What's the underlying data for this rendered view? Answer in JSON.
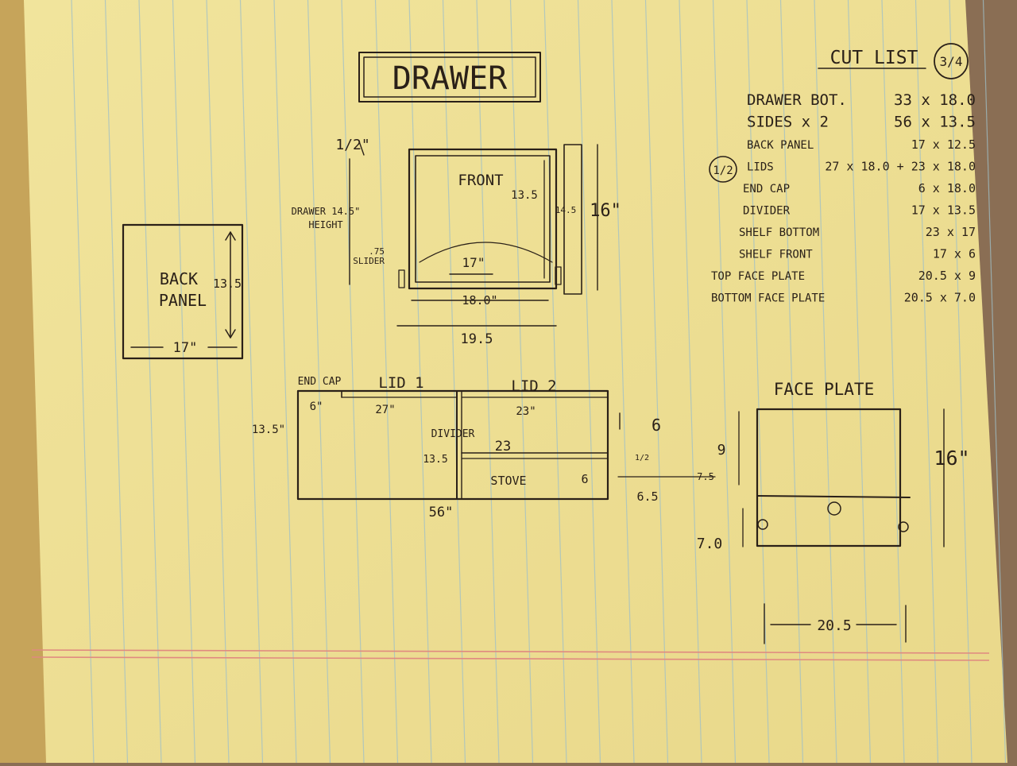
{
  "colors": {
    "paper": "#f4e9a6",
    "paper_shadow": "#e6d68b",
    "rule_line": "#9fc0c8",
    "margin_line": "#e08a80",
    "ink": "#2a2018",
    "desk": "#8a6e54"
  },
  "title": "DRAWER",
  "page_number": "3/4",
  "cut_list": {
    "heading": "CUT LIST",
    "items": [
      {
        "label": "DRAWER BOT.",
        "dims": "33 x 18.0"
      },
      {
        "label": "SIDES x 2",
        "dims": "56 x 13.5"
      },
      {
        "label": "BACK PANEL",
        "dims": "17 x 12.5"
      },
      {
        "label": "LIDS",
        "dims": "27 x 18.0 + 23 x 18.0",
        "marker": "1/2"
      },
      {
        "label": "END CAP",
        "dims": "6 x 18.0"
      },
      {
        "label": "DIVIDER",
        "dims": "17 x 13.5"
      },
      {
        "label": "SHELF BOTTOM",
        "dims": "23 x 17"
      },
      {
        "label": "SHELF FRONT",
        "dims": "17 x 6"
      },
      {
        "label": "TOP FACE PLATE",
        "dims": "20.5 x 9"
      },
      {
        "label": "BOTTOM FACE PLATE",
        "dims": "20.5 x 7.0"
      }
    ]
  },
  "back_panel": {
    "label_line1": "BACK",
    "label_line2": "PANEL",
    "width": "17\"",
    "height": "13.5"
  },
  "front_view": {
    "label": "FRONT",
    "thickness": "1/2\"",
    "drawer_height_note_line1": "DRAWER 14.5\"",
    "drawer_height_note_line2": "HEIGHT",
    "slider_label": "SLIDER",
    "slider_dim": ".75",
    "inner_width": "17\"",
    "width_18": "18.0\"",
    "width_19": "19.5",
    "inner_height": "13.5",
    "height_14": "14.5",
    "height_16": "16\""
  },
  "top_view": {
    "end_cap_label": "END CAP",
    "lid1_label": "LID 1",
    "lid2_label": "LID 2",
    "end_cap_dim": "6\"",
    "lid1_dim": "27\"",
    "lid2_dim": "23\"",
    "depth": "13.5\"",
    "divider_label": "DIVIDER",
    "divider_dim": "13.5",
    "shelf_dim": "23",
    "stove_label": "STOVE",
    "stove_dim": "6",
    "total_length": "56\"",
    "right_top": "6",
    "right_half": "1/2",
    "right_bottom": "6.5"
  },
  "face_plate": {
    "label": "FACE PLATE",
    "height": "16\"",
    "width": "20.5",
    "top_dim": "9",
    "bottom_dim": "7.0",
    "transfer_dim": "7.5"
  }
}
